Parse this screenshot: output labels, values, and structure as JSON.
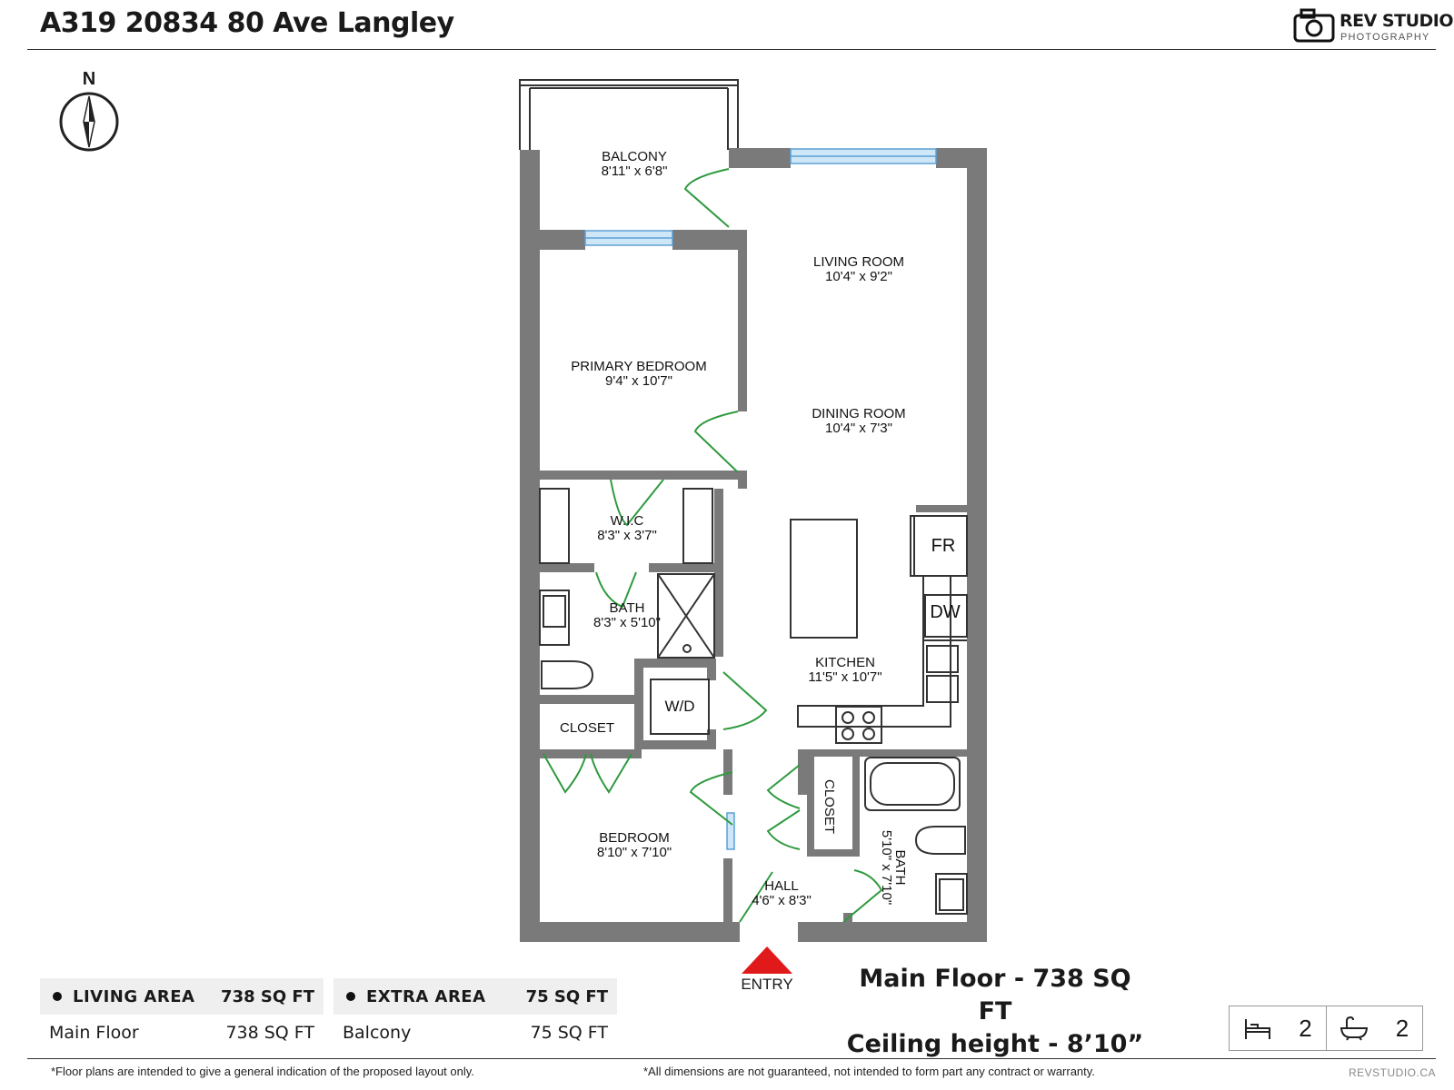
{
  "header": {
    "title": "A319 20834 80 Ave Langley",
    "brand_name": "REV STUDIO",
    "brand_sub": "PHOTOGRAPHY"
  },
  "compass": {
    "label": "N"
  },
  "rooms": {
    "balcony": {
      "name": "BALCONY",
      "size": "8'11\" x 6'8\""
    },
    "living": {
      "name": "LIVING ROOM",
      "size": "10'4\" x 9'2\""
    },
    "primary": {
      "name": "PRIMARY BEDROOM",
      "size": "9'4\" x 10'7\""
    },
    "dining": {
      "name": "DINING ROOM",
      "size": "10'4\" x 7'3\""
    },
    "wic": {
      "name": "W.I.C",
      "size": "8'3\" x 3'7\""
    },
    "bath1": {
      "name": "BATH",
      "size": "8'3\" x 5'10\""
    },
    "kitchen": {
      "name": "KITCHEN",
      "size": "11'5\" x 10'7\""
    },
    "wd": {
      "name": "W/D"
    },
    "closet1": {
      "name": "CLOSET"
    },
    "closet2": {
      "name": "CLOSET"
    },
    "bedroom": {
      "name": "BEDROOM",
      "size": "8'10\" x 7'10\""
    },
    "hall": {
      "name": "HALL",
      "size": "4'6\" x 8'3\""
    },
    "bath2": {
      "name": "BATH",
      "size": "5'10\" x 7'10\""
    },
    "fr": {
      "name": "FR"
    },
    "dw": {
      "name": "DW"
    }
  },
  "entry": {
    "label": "ENTRY"
  },
  "summary": {
    "line1": "Main Floor - 738 SQ FT",
    "line2": "Ceiling height - 8’10”"
  },
  "living_area": {
    "header": "LIVING AREA",
    "header_value": "738 SQ FT",
    "row_label": "Main Floor",
    "row_value": "738 SQ FT"
  },
  "extra_area": {
    "header": "EXTRA AREA",
    "header_value": "75 SQ FT",
    "row_label": "Balcony",
    "row_value": "75 SQ FT"
  },
  "counts": {
    "bedrooms": "2",
    "bathrooms": "2"
  },
  "icons": {
    "bed": "bed-icon",
    "bath": "bathtub-icon",
    "camera": "camera-icon",
    "compass": "compass-icon"
  },
  "colors": {
    "wall": "#7a7a7a",
    "door": "#2e9a3e",
    "window": "#8fc3e8",
    "entry": "#e01a1a"
  },
  "footer": {
    "disclaimer_left": "*Floor plans are intended to give a general indication of the proposed layout only.",
    "disclaimer_right": "*All dimensions are not guaranteed, not intended to form part any contract or warranty.",
    "brand_url": "REVSTUDIO.CA"
  }
}
